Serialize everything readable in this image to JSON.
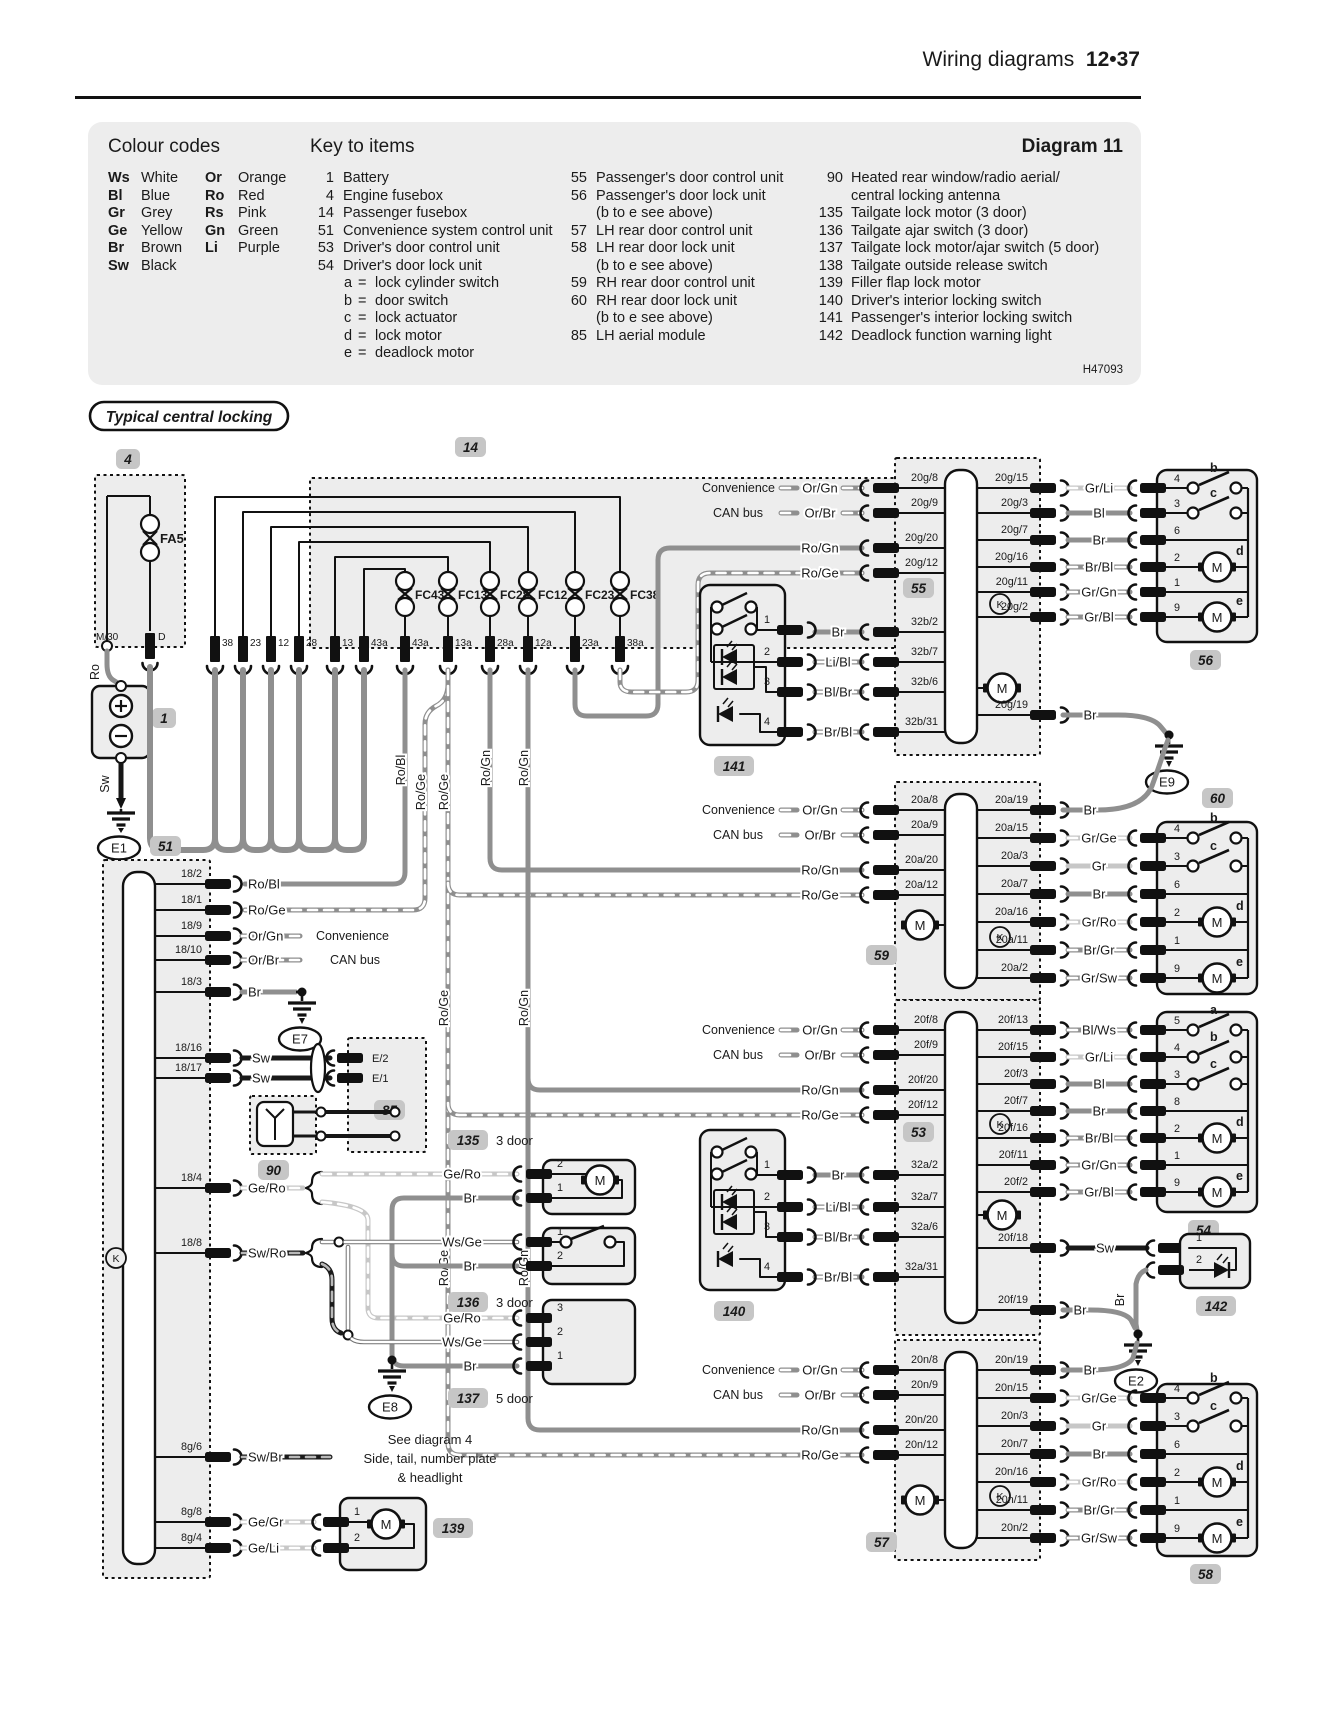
{
  "header": {
    "title": "Wiring diagrams",
    "page": "12•37"
  },
  "legend": {
    "colour_title": "Colour codes",
    "key_title": "Key to items",
    "diagram_label": "Diagram 11",
    "ref": "H47093",
    "colours": [
      [
        "Ws",
        "White"
      ],
      [
        "Bl",
        "Blue"
      ],
      [
        "Gr",
        "Grey"
      ],
      [
        "Ge",
        "Yellow"
      ],
      [
        "Br",
        "Brown"
      ],
      [
        "Sw",
        "Black"
      ]
    ],
    "colours2": [
      [
        "Or",
        "Orange"
      ],
      [
        "Ro",
        "Red"
      ],
      [
        "Rs",
        "Pink"
      ],
      [
        "Gn",
        "Green"
      ],
      [
        "Li",
        "Purple"
      ]
    ],
    "key1": [
      [
        "1",
        "Battery"
      ],
      [
        "4",
        "Engine fusebox"
      ],
      [
        "14",
        "Passenger fusebox"
      ],
      [
        "51",
        "Convenience system control unit"
      ],
      [
        "53",
        "Driver's door control unit"
      ],
      [
        "54",
        "Driver's door lock unit"
      ]
    ],
    "key1sub": [
      [
        "a",
        "lock cylinder switch"
      ],
      [
        "b",
        "door switch"
      ],
      [
        "c",
        "lock actuator"
      ],
      [
        "d",
        "lock motor"
      ],
      [
        "e",
        "deadlock motor"
      ]
    ],
    "key2": [
      [
        "55",
        "Passenger's door control unit"
      ],
      [
        "56",
        "Passenger's door lock unit"
      ],
      [
        "",
        "(b to e see above)"
      ],
      [
        "57",
        "LH rear door control unit"
      ],
      [
        "58",
        "LH rear door lock unit"
      ],
      [
        "",
        "(b to e see above)"
      ],
      [
        "59",
        "RH rear door control unit"
      ],
      [
        "60",
        "RH rear door lock unit"
      ],
      [
        "",
        "(b to e see above)"
      ],
      [
        "85",
        "LH aerial module"
      ]
    ],
    "key3": [
      [
        "90",
        "Heated rear window/radio aerial/"
      ],
      [
        "",
        "central locking antenna"
      ],
      [
        "135",
        "Tailgate lock motor (3 door)"
      ],
      [
        "136",
        "Tailgate ajar switch (3 door)"
      ],
      [
        "137",
        "Tailgate lock motor/ajar switch (5 door)"
      ],
      [
        "138",
        "Tailgate outside release switch"
      ],
      [
        "139",
        "Filler flap lock motor"
      ],
      [
        "140",
        "Driver's interior locking switch"
      ],
      [
        "141",
        "Passenger's interior locking switch"
      ],
      [
        "142",
        "Deadlock function warning light"
      ]
    ]
  },
  "diagram": {
    "banner": "Typical central locking",
    "symbols": {
      "motor": "M",
      "k": "K"
    },
    "fusebox4": {
      "badge": "4",
      "fuse": "FA5",
      "left_terminal": "M/30",
      "right_terminal": "D",
      "wires": [
        "Ro",
        "Ro"
      ]
    },
    "battery": {
      "badge": "1",
      "plus": "+",
      "minus": "−",
      "wire": "Sw",
      "ground": "E1"
    },
    "fusebox14": {
      "badge": "14",
      "fuses": [
        "FC43",
        "FC13",
        "FC28",
        "FC12",
        "FC23",
        "FC38"
      ],
      "pins_left": [
        "38",
        "23",
        "12",
        "28",
        "13",
        "43a"
      ],
      "pins_right": [
        "43a",
        "13a",
        "28a",
        "12a",
        "23a",
        "38a"
      ]
    },
    "trunk_labels": [
      "Ro/Bl",
      "Ro/Ge",
      "Ro/Ge",
      "Ro/Gn",
      "Ro/Gn",
      "Ro/Ge",
      "Ro/Gn",
      "Ro/Ge",
      "Ro/Gn"
    ],
    "unit51": {
      "badge": "51",
      "can_note": [
        "Convenience",
        "CAN bus"
      ],
      "ground_e7": "E7",
      "rows": [
        [
          "18/2",
          "Ro/Bl"
        ],
        [
          "18/1",
          "Ro/Ge"
        ],
        [
          "18/9",
          "Or/Gn"
        ],
        [
          "18/10",
          "Or/Br"
        ],
        [
          "18/3",
          "Br"
        ],
        [
          "18/16",
          "Sw"
        ],
        [
          "18/17",
          "Sw"
        ],
        [
          "18/4",
          "Ge/Ro"
        ],
        [
          "18/8",
          "Sw/Ro"
        ],
        [
          "8g/6",
          "Sw/Br"
        ],
        [
          "8g/8",
          "Ge/Gr"
        ],
        [
          "8g/4",
          "Ge/Li"
        ]
      ],
      "aerial": {
        "badge_module": "85",
        "badge_antenna": "90",
        "pins": [
          "E/2",
          "E/1"
        ]
      },
      "tailgate": {
        "motor3": {
          "badge": "135",
          "note": "3 door",
          "rows": [
            [
              "2",
              "Ge/Ro"
            ],
            [
              "1",
              "Br"
            ]
          ]
        },
        "ajar3": {
          "badge": "136",
          "note": "3 door",
          "rows": [
            [
              "1",
              "Ws/Ge"
            ],
            [
              "2",
              "Br"
            ]
          ]
        },
        "lock5": {
          "badge": "137",
          "note": "5 door",
          "rows": [
            [
              "3",
              "Ge/Ro"
            ],
            [
              "2",
              "Ws/Ge"
            ],
            [
              "1",
              "Br"
            ]
          ]
        },
        "ground": "E8"
      },
      "note_diagram4": [
        "See diagram 4",
        "Side, tail, number plate",
        "& headlight"
      ],
      "filler": {
        "badge": "139",
        "rows": [
          [
            "1",
            "Ge/Gr"
          ],
          [
            "2",
            "Ge/Li"
          ]
        ]
      }
    },
    "grounds": {
      "e1": "E1",
      "e2": "E2",
      "e7": "E7",
      "e8": "E8",
      "e9": "E9"
    },
    "clusters": [
      {
        "badge": "55",
        "lock_badge": "56",
        "switch_badge": "141",
        "can_note": [
          "Convenience",
          "CAN bus"
        ],
        "left_rows": [
          [
            "20g/8",
            "Or/Gn"
          ],
          [
            "20g/9",
            "Or/Br"
          ],
          [
            "20g/20",
            "Ro/Gn"
          ],
          [
            "20g/12",
            "Ro/Ge"
          ]
        ],
        "switch_rows": [
          [
            "1",
            "32b/2",
            "Br"
          ],
          [
            "2",
            "32b/7",
            "Li/Bl"
          ],
          [
            "3",
            "32b/6",
            "Bl/Br"
          ],
          [
            "4",
            "32b/31",
            "Br/Bl"
          ]
        ],
        "right_rows": [
          [
            "20g/15",
            "Gr/Li",
            "4"
          ],
          [
            "20g/3",
            "Bl",
            "3"
          ],
          [
            "20g/7",
            "Br",
            "6"
          ],
          [
            "20g/16",
            "Br/Bl",
            "2"
          ],
          [
            "20g/11",
            "Gr/Gn",
            "1"
          ],
          [
            "20g/2",
            "Gr/Bl",
            "9"
          ]
        ],
        "bottom_row": [
          "20g/19",
          "Br"
        ],
        "ground": "E9",
        "lock_switches": [
          "b",
          "c"
        ],
        "lock_motors": [
          "d",
          "e"
        ]
      },
      {
        "badge": "59",
        "lock_badge": "60",
        "can_note": [
          "Convenience",
          "CAN bus"
        ],
        "left_rows": [
          [
            "20a/8",
            "Or/Gn"
          ],
          [
            "20a/9",
            "Or/Br"
          ],
          [
            "20a/20",
            "Ro/Gn"
          ],
          [
            "20a/12",
            "Ro/Ge"
          ]
        ],
        "first_right": [
          "20a/19",
          "Br"
        ],
        "right_rows": [
          [
            "20a/15",
            "Gr/Ge",
            "4"
          ],
          [
            "20a/3",
            "Gr",
            "3"
          ],
          [
            "20a/7",
            "Br",
            "6"
          ],
          [
            "20a/16",
            "Gr/Ro",
            "2"
          ],
          [
            "20a/11",
            "Br/Gr",
            "1"
          ],
          [
            "20a/2",
            "Gr/Sw",
            "9"
          ]
        ],
        "lock_switches": [
          "b",
          "c"
        ],
        "lock_motors": [
          "d",
          "e"
        ]
      },
      {
        "badge": "53",
        "lock_badge": "54",
        "switch_badge": "140",
        "can_note": [
          "Convenience",
          "CAN bus"
        ],
        "left_rows": [
          [
            "20f/8",
            "Or/Gn"
          ],
          [
            "20f/9",
            "Or/Br"
          ],
          [
            "20f/20",
            "Ro/Gn"
          ],
          [
            "20f/12",
            "Ro/Ge"
          ]
        ],
        "switch_rows": [
          [
            "1",
            "32a/2",
            "Br"
          ],
          [
            "2",
            "32a/7",
            "Li/Bl"
          ],
          [
            "3",
            "32a/6",
            "Bl/Br"
          ],
          [
            "4",
            "32a/31",
            "Br/Bl"
          ]
        ],
        "right_rows": [
          [
            "20f/13",
            "Bl/Ws",
            "5"
          ],
          [
            "20f/15",
            "Gr/Li",
            "4"
          ],
          [
            "20f/3",
            "Bl",
            "3"
          ],
          [
            "20f/7",
            "Br",
            "8"
          ],
          [
            "20f/16",
            "Br/Bl",
            "2"
          ],
          [
            "20f/11",
            "Gr/Gn",
            "1"
          ],
          [
            "20f/2",
            "Gr/Bl",
            "9"
          ]
        ],
        "extra_rows": [
          [
            "20f/18",
            "Sw"
          ],
          [
            "20f/19",
            "Br"
          ]
        ],
        "warning": {
          "badge": "142",
          "pins": [
            "1",
            "2"
          ],
          "wire": "Br"
        },
        "ground": "E2",
        "lock_switches": [
          "a",
          "b",
          "c"
        ],
        "lock_motors": [
          "d",
          "e"
        ]
      },
      {
        "badge": "57",
        "lock_badge": "58",
        "can_note": [
          "Convenience",
          "CAN bus"
        ],
        "left_rows": [
          [
            "20n/8",
            "Or/Gn"
          ],
          [
            "20n/9",
            "Or/Br"
          ],
          [
            "20n/20",
            "Ro/Gn"
          ],
          [
            "20n/12",
            "Ro/Ge"
          ]
        ],
        "first_right": [
          "20n/19",
          "Br"
        ],
        "right_rows": [
          [
            "20n/15",
            "Gr/Ge",
            "4"
          ],
          [
            "20n/3",
            "Gr",
            "3"
          ],
          [
            "20n/7",
            "Br",
            "6"
          ],
          [
            "20n/16",
            "Gr/Ro",
            "2"
          ],
          [
            "20n/11",
            "Br/Gr",
            "1"
          ],
          [
            "20n/2",
            "Gr/Sw",
            "9"
          ]
        ],
        "lock_switches": [
          "b",
          "c"
        ],
        "lock_motors": [
          "d",
          "e"
        ]
      }
    ]
  }
}
